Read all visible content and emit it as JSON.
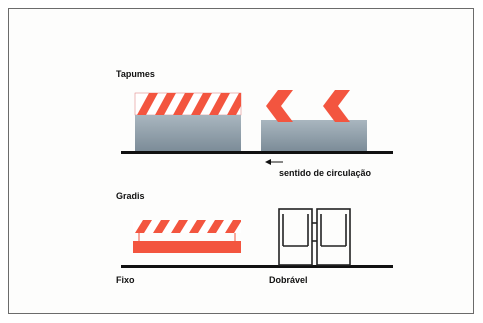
{
  "labels": {
    "tapumes": "Tapumes",
    "direction": "sentido de circulação",
    "gradis": "Gradis",
    "fixo": "Fixo",
    "dobravel": "Dobrável"
  },
  "colors": {
    "stripe_red": "#f3553f",
    "hoarding_gray": "#8a9aa6",
    "ground_line": "#111111",
    "frame_border": "#6b6b6b"
  },
  "icons": {
    "direction_arrow": "arrow-left-icon"
  }
}
